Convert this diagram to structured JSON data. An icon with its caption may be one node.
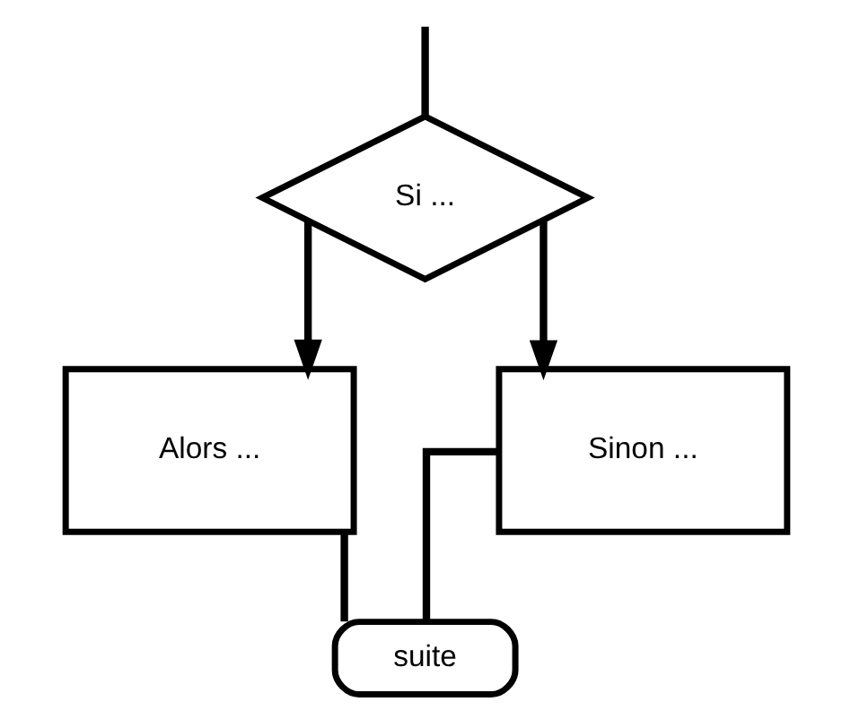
{
  "diagram": {
    "nodes": [
      {
        "text": [
          "Si ..."
        ]
      },
      {
        "text": [
          "Alors ..."
        ]
      },
      {
        "text": [
          "Sinon ..."
        ]
      },
      {
        "text": [
          "suite"
        ]
      }
    ],
    "edges": [
      {
        "from": null,
        "to": 0,
        "arrow": "none"
      },
      {
        "from": 0,
        "to": 1,
        "arrow": "to"
      },
      {
        "from": 0,
        "to": 2,
        "arrow": "to"
      },
      {
        "from": 1,
        "to": 3,
        "arrow": "none"
      },
      {
        "from": 2,
        "to": 3,
        "arrow": "none"
      }
    ]
  }
}
